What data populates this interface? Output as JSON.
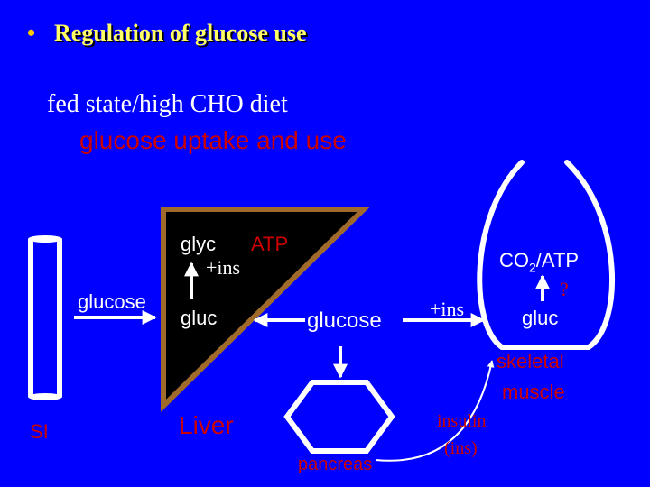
{
  "title": {
    "bullet": "•",
    "text": "Regulation of glucose use"
  },
  "subtitle": {
    "line1": "fed state/high CHO diet",
    "line2": "glucose uptake and use"
  },
  "labels": {
    "si": "SI",
    "glucose_left": "glucose",
    "glyc": "glyc",
    "atp_liver": "ATP",
    "ins_liver": "+ins",
    "gluc_liver": "gluc",
    "liver": "Liver",
    "glucose_blood": "glucose",
    "pancreas": "pancreas",
    "ins_muscle": "+ins",
    "co2": "CO",
    "co2_sub": "2",
    "atp_muscle": "/ATP",
    "question": "?",
    "gluc_muscle": "gluc",
    "skeletal": "skeletal",
    "muscle": "muscle",
    "insulin": "insulin",
    "ins_abbrev": "(ins)"
  },
  "colors": {
    "background": "#0000ff",
    "title": "#ffff66",
    "bullet": "#ffcc00",
    "red_text": "#cc0000",
    "white_text": "#ffffff",
    "liver_fill": "#000000",
    "liver_border": "#a06a2a"
  }
}
